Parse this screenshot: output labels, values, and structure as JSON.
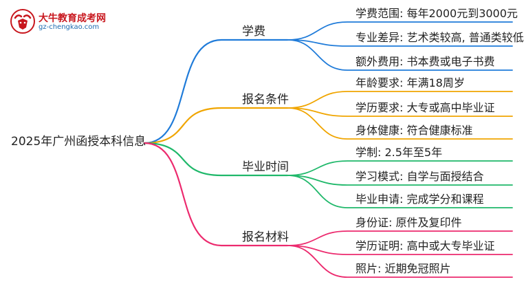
{
  "logo": {
    "brand": "大牛教育成考网",
    "site": "gz-chengkao.com"
  },
  "mindmap": {
    "root": "2025年广州函授本科信息",
    "branches": [
      {
        "label": "学费",
        "color": "#1f7bd9",
        "leaves": [
          "学费范围: 每年2000元到3000元",
          "专业差异: 艺术类较高, 普通类较低",
          "额外费用: 书本费或电子书费"
        ]
      },
      {
        "label": "报名条件",
        "color": "#f0a500",
        "leaves": [
          "年龄要求: 年满18周岁",
          "学历要求: 大专或高中毕业证",
          "身体健康: 符合健康标准"
        ]
      },
      {
        "label": "毕业时间",
        "color": "#1fb86a",
        "leaves": [
          "学制: 2.5年至5年",
          "学习模式: 自学与面授结合",
          "毕业申请: 完成学分和课程"
        ]
      },
      {
        "label": "报名材料",
        "color": "#ec2a6e",
        "leaves": [
          "身份证: 原件及复印件",
          "学历证明: 高中或大专毕业证",
          "照片: 近期免冠照片"
        ]
      }
    ]
  }
}
